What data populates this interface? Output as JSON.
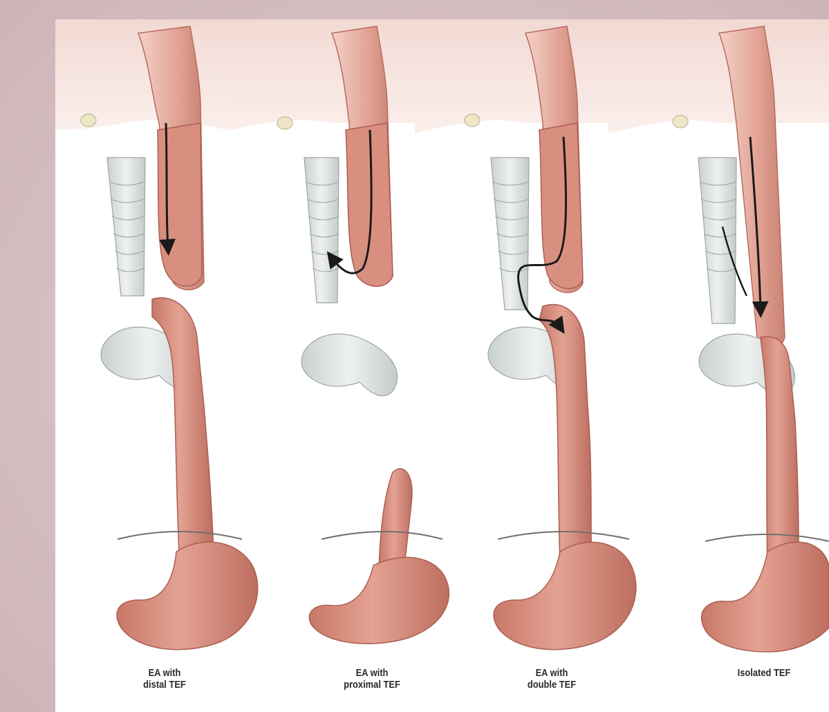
{
  "colors": {
    "border": "#d8c3c6",
    "panel": "#ffffff",
    "muscle": "#d98f80",
    "muscle_dark": "#b86a5c",
    "cartilage": "#dfe4e2",
    "arrow": "#1a1a1a"
  },
  "panels": [
    {
      "id": "distal",
      "caption_line1": "EA with",
      "caption_line2": "distal TEF"
    },
    {
      "id": "proximal",
      "caption_line1": "EA with",
      "caption_line2": "proximal TEF"
    },
    {
      "id": "double",
      "caption_line1": "EA with",
      "caption_line2": "double TEF"
    },
    {
      "id": "isolated",
      "caption_line1": "Isolated TEF",
      "caption_line2": ""
    }
  ]
}
